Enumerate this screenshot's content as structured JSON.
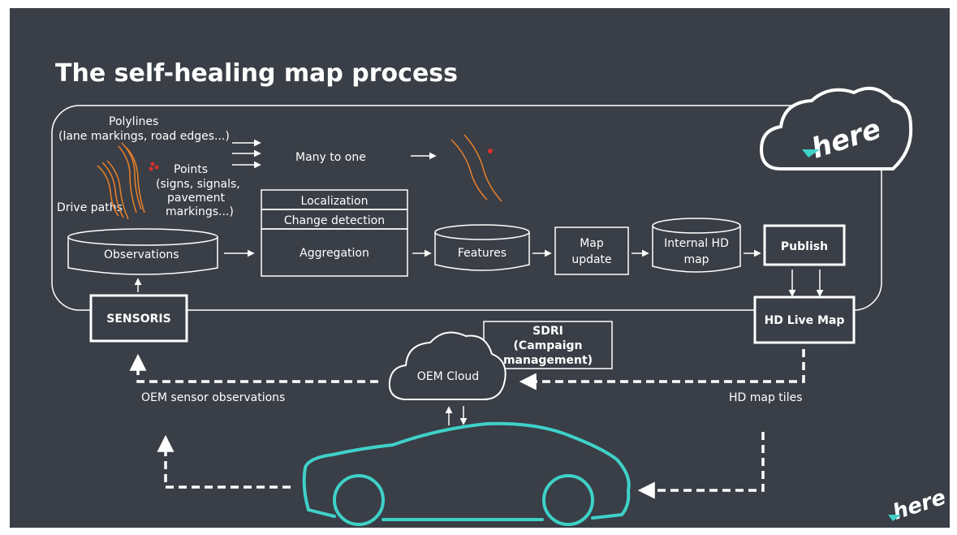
{
  "title": "The self-healing map process",
  "colors": {
    "background": "#3a3e46",
    "line": "#ffffff",
    "car": "#3fd1c8",
    "path_orange": "#e8812a",
    "point_red": "#d8312f"
  },
  "inputs": {
    "polylines_title": "Polylines",
    "polylines_sub": "(lane markings, road edges...)",
    "points_title": "Points",
    "points_sub_1": "(signs, signals,",
    "points_sub_2": "pavement",
    "points_sub_3": "markings...)",
    "drive_paths": "Drive paths"
  },
  "many_to_one": "Many to one",
  "observations": "Observations",
  "processing": {
    "localization": "Localization",
    "change_detection": "Change detection",
    "aggregation": "Aggregation"
  },
  "features": "Features",
  "map_update_1": "Map",
  "map_update_2": "update",
  "internal_hd_1": "Internal HD",
  "internal_hd_2": "map",
  "publish": "Publish",
  "sensoris": "SENSORIS",
  "hd_live_map": "HD Live Map",
  "sdri_1": "SDRI",
  "sdri_2": "(Campaign",
  "sdri_3": "management)",
  "oem_cloud": "OEM Cloud",
  "oem_sensor_observations": "OEM sensor observations",
  "hd_map_tiles": "HD map tiles",
  "logo": "here",
  "icons": [
    "cloud-icon",
    "database-icon",
    "car-icon",
    "arrow-icon",
    "here-logo"
  ]
}
